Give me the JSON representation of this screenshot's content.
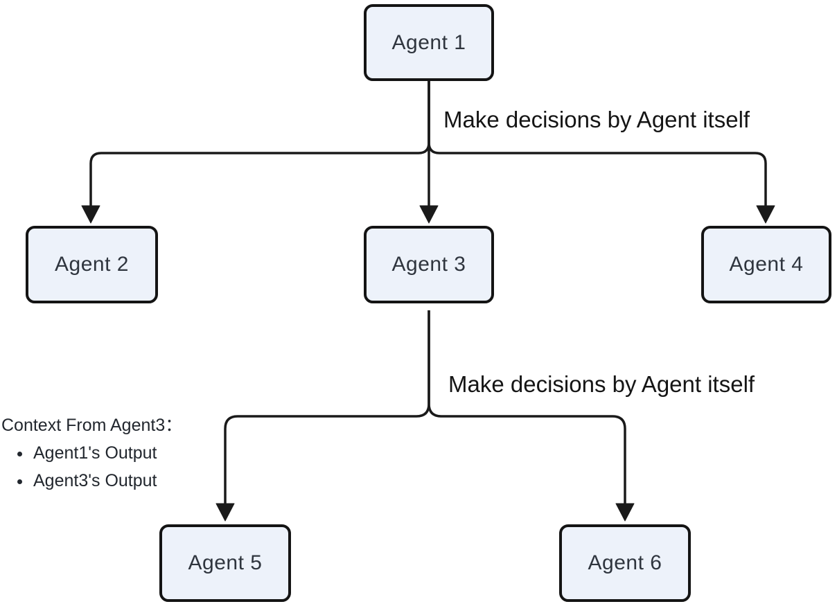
{
  "diagram": {
    "type": "flowchart",
    "nodes": [
      {
        "id": "agent1",
        "label": "Agent 1"
      },
      {
        "id": "agent2",
        "label": "Agent 2"
      },
      {
        "id": "agent3",
        "label": "Agent 3"
      },
      {
        "id": "agent4",
        "label": "Agent 4"
      },
      {
        "id": "agent5",
        "label": "Agent 5"
      },
      {
        "id": "agent6",
        "label": "Agent 6"
      }
    ],
    "edges": [
      {
        "from": "agent1",
        "to": "agent2"
      },
      {
        "from": "agent1",
        "to": "agent3"
      },
      {
        "from": "agent1",
        "to": "agent4"
      },
      {
        "from": "agent3",
        "to": "agent5"
      },
      {
        "from": "agent3",
        "to": "agent6"
      }
    ],
    "edge_labels": [
      {
        "text": "Make decisions by Agent itself"
      },
      {
        "text": "Make decisions by Agent itself"
      }
    ],
    "context_note": {
      "title": "Context From Agent3：",
      "items": [
        "Agent1's Output",
        "Agent3's Output"
      ]
    }
  },
  "colors": {
    "node_fill": "#edf2fa",
    "node_border": "#141414",
    "edge_color": "#1a1a1a",
    "node_text": "#2f353e",
    "label_text": "#151515",
    "note_text": "#22272e",
    "bg": "#ffffff"
  }
}
